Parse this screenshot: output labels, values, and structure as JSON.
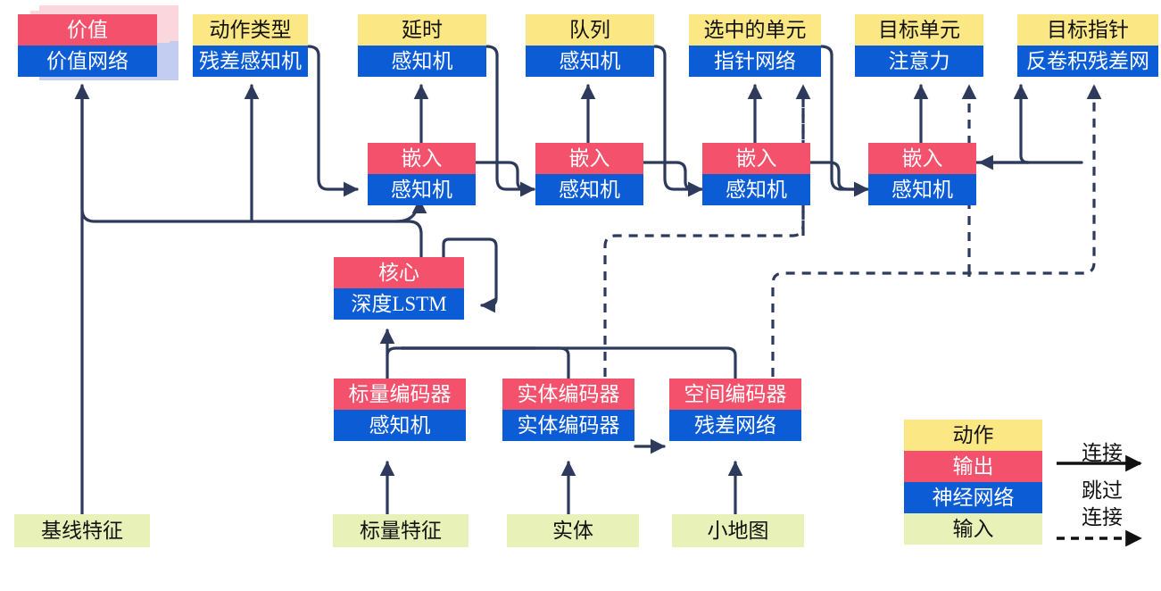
{
  "diagram": {
    "title": "AlphaStar-style agent architecture block diagram",
    "colors": {
      "action": "#FBE884",
      "output": "#F4516C",
      "network": "#0B5CD5",
      "input": "#E8F2B8",
      "wire": "#2E3A5C"
    },
    "nodes": [
      {
        "id": "value",
        "top": "价值",
        "bottom": "价值网络",
        "top_kind": "output",
        "bottom_kind": "network"
      },
      {
        "id": "action_type",
        "top": "动作类型",
        "bottom": "残差感知机",
        "top_kind": "action",
        "bottom_kind": "network"
      },
      {
        "id": "delay",
        "top": "延时",
        "bottom": "感知机",
        "top_kind": "action",
        "bottom_kind": "network"
      },
      {
        "id": "queue",
        "top": "队列",
        "bottom": "感知机",
        "top_kind": "action",
        "bottom_kind": "network"
      },
      {
        "id": "selected_units",
        "top": "选中的单元",
        "bottom": "指针网络",
        "top_kind": "action",
        "bottom_kind": "network"
      },
      {
        "id": "target_unit",
        "top": "目标单元",
        "bottom": "注意力",
        "top_kind": "action",
        "bottom_kind": "network"
      },
      {
        "id": "target_point",
        "top": "目标指针",
        "bottom": "反卷积残差网",
        "top_kind": "action",
        "bottom_kind": "network"
      },
      {
        "id": "embed1",
        "top": "嵌入",
        "bottom": "感知机",
        "top_kind": "output",
        "bottom_kind": "network"
      },
      {
        "id": "embed2",
        "top": "嵌入",
        "bottom": "感知机",
        "top_kind": "output",
        "bottom_kind": "network"
      },
      {
        "id": "embed3",
        "top": "嵌入",
        "bottom": "感知机",
        "top_kind": "output",
        "bottom_kind": "network"
      },
      {
        "id": "embed4",
        "top": "嵌入",
        "bottom": "感知机",
        "top_kind": "output",
        "bottom_kind": "network"
      },
      {
        "id": "core",
        "top": "核心",
        "bottom": "深度LSTM",
        "top_kind": "output",
        "bottom_kind": "network"
      },
      {
        "id": "scalar_enc",
        "top": "标量编码器",
        "bottom": "感知机",
        "top_kind": "output",
        "bottom_kind": "network"
      },
      {
        "id": "entity_enc",
        "top": "实体编码器",
        "bottom": "实体编码器",
        "top_kind": "output",
        "bottom_kind": "network"
      },
      {
        "id": "spatial_enc",
        "top": "空间编码器",
        "bottom": "残差网络",
        "top_kind": "output",
        "bottom_kind": "network"
      }
    ],
    "inputs": [
      {
        "id": "baseline_features",
        "label": "基线特征"
      },
      {
        "id": "scalar_features",
        "label": "标量特征"
      },
      {
        "id": "entities",
        "label": "实体"
      },
      {
        "id": "minimap",
        "label": "小地图"
      }
    ],
    "legend": {
      "swatches": [
        {
          "id": "legend-action",
          "label": "动作",
          "kind": "action"
        },
        {
          "id": "legend-output",
          "label": "输出",
          "kind": "output"
        },
        {
          "id": "legend-network",
          "label": "神经网络",
          "kind": "network"
        },
        {
          "id": "legend-input",
          "label": "输入",
          "kind": "input"
        }
      ],
      "connection_label": "连接",
      "skip_label_line1": "跳过",
      "skip_label_line2": "连接"
    }
  }
}
